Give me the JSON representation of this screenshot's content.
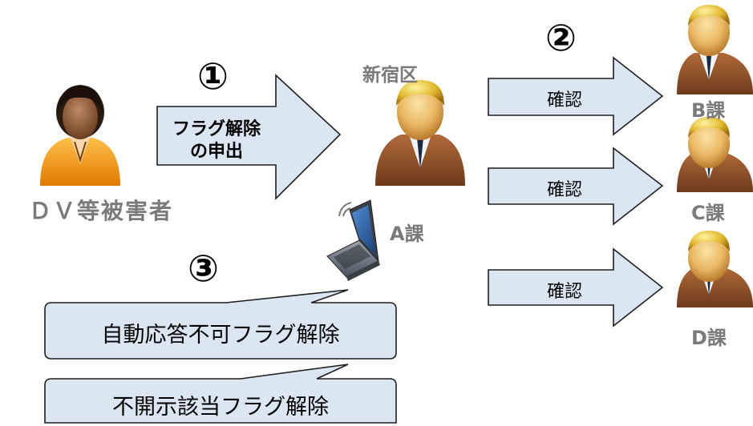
{
  "victim": {
    "label": "ＤＶ等被害者"
  },
  "ward": {
    "label": "新宿区"
  },
  "sections": {
    "a": "A課",
    "b": "B課",
    "c": "C課",
    "d": "D課"
  },
  "steps": {
    "one": "①",
    "two": "②",
    "three": "③"
  },
  "big_arrow": {
    "line1": "フラグ解除",
    "line2": "の申出"
  },
  "confirm_arrows": [
    "確認",
    "確認",
    "確認"
  ],
  "callouts": [
    "自動応答不可フラグ解除",
    "不開示該当フラグ解除"
  ],
  "colors": {
    "arrow_fill": "#dce6f2",
    "callout_fill": "#dce6f2",
    "outline": "#1f1f1f",
    "label_gray": "#7a7a7a"
  }
}
